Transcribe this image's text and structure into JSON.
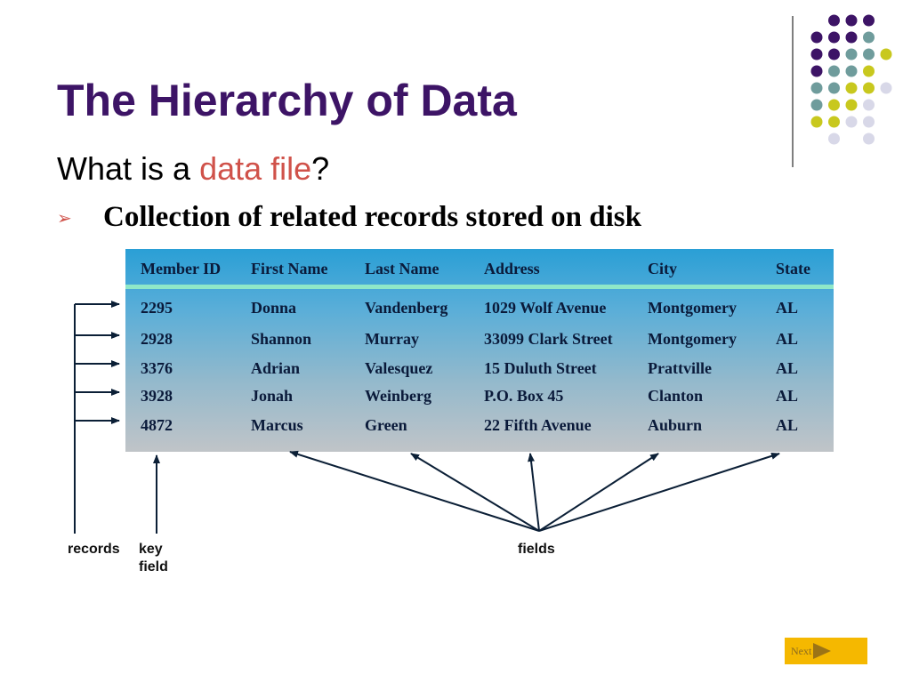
{
  "slide": {
    "title": "The Hierarchy of Data",
    "subtitle_prefix": "What is a ",
    "subtitle_accent": "data file",
    "subtitle_suffix": "?",
    "bullet_marker": "➢",
    "bullet": "Collection of related records stored on disk"
  },
  "table": {
    "headers": [
      "Member ID",
      "First Name",
      "Last Name",
      "Address",
      "City",
      "State"
    ],
    "rows": [
      [
        "2295",
        "Donna",
        "Vandenberg",
        "1029 Wolf Avenue",
        "Montgomery",
        "AL"
      ],
      [
        "2928",
        "Shannon",
        "Murray",
        "33099 Clark Street",
        "Montgomery",
        "AL"
      ],
      [
        "3376",
        "Adrian",
        "Valesquez",
        "15 Duluth Street",
        "Prattville",
        "AL"
      ],
      [
        "3928",
        "Jonah",
        "Weinberg",
        "P.O. Box 45",
        "Clanton",
        "AL"
      ],
      [
        "4872",
        "Marcus",
        "Green",
        "22 Fifth Avenue",
        "Auburn",
        "AL"
      ]
    ]
  },
  "labels": {
    "records": "records",
    "key_field_line1": "key",
    "key_field_line2": "field",
    "fields": "fields"
  },
  "nav": {
    "next_label": "Next"
  },
  "colors": {
    "title": "#3d1466",
    "accent": "#d0524a",
    "dot_purple": "#3d1466",
    "dot_teal": "#6f9c9c",
    "dot_yellow": "#c8c81e",
    "dot_lavender": "#d8d8e8",
    "next_button": "#f5b800"
  }
}
